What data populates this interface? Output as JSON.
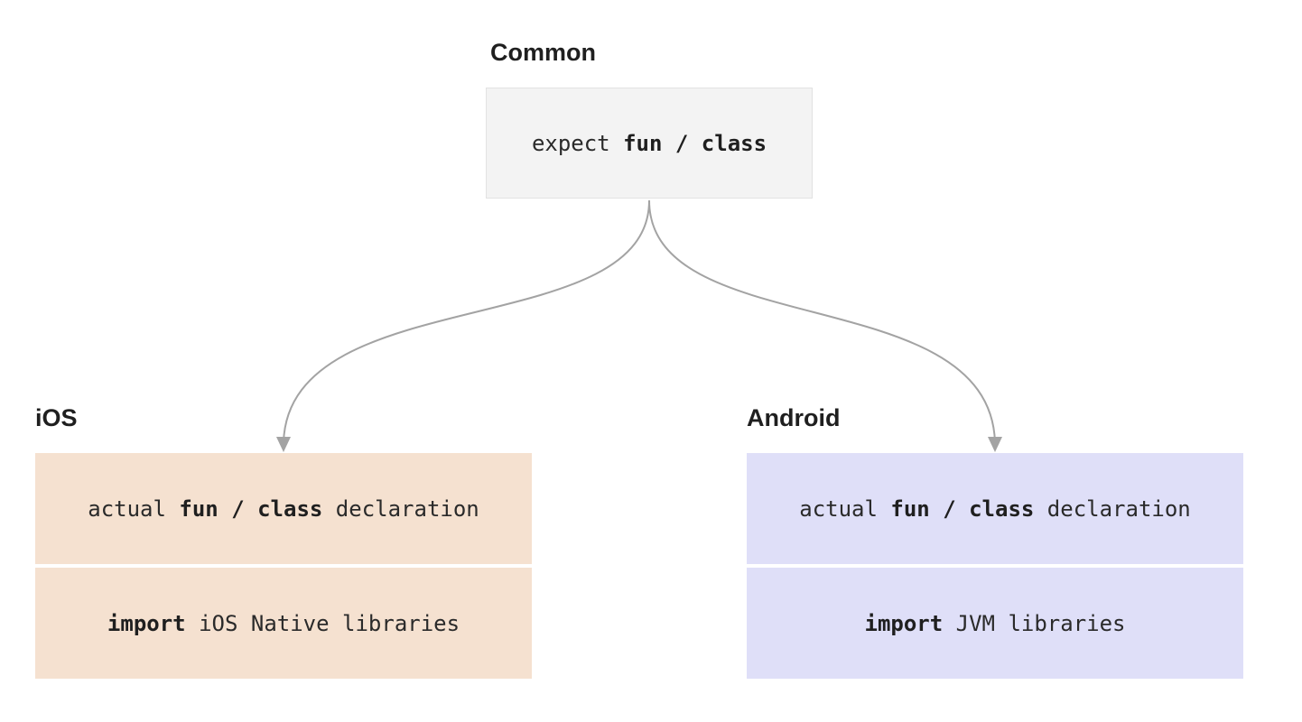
{
  "common": {
    "heading": "Common",
    "line": {
      "prefix": "expect ",
      "keyword": "fun / class",
      "suffix": ""
    }
  },
  "ios": {
    "heading": "iOS",
    "declaration": {
      "prefix": "actual ",
      "keyword": "fun / class",
      "suffix": " declaration"
    },
    "imports": {
      "keyword": "import",
      "suffix": " iOS Native libraries"
    }
  },
  "android": {
    "heading": "Android",
    "declaration": {
      "prefix": "actual ",
      "keyword": "fun / class",
      "suffix": " declaration"
    },
    "imports": {
      "keyword": "import",
      "suffix": " JVM libraries"
    }
  },
  "colors": {
    "common_box": "#f3f3f3",
    "ios_box": "#f5e1d0",
    "android_box": "#dfdff8",
    "arrow": "#a3a3a3"
  }
}
